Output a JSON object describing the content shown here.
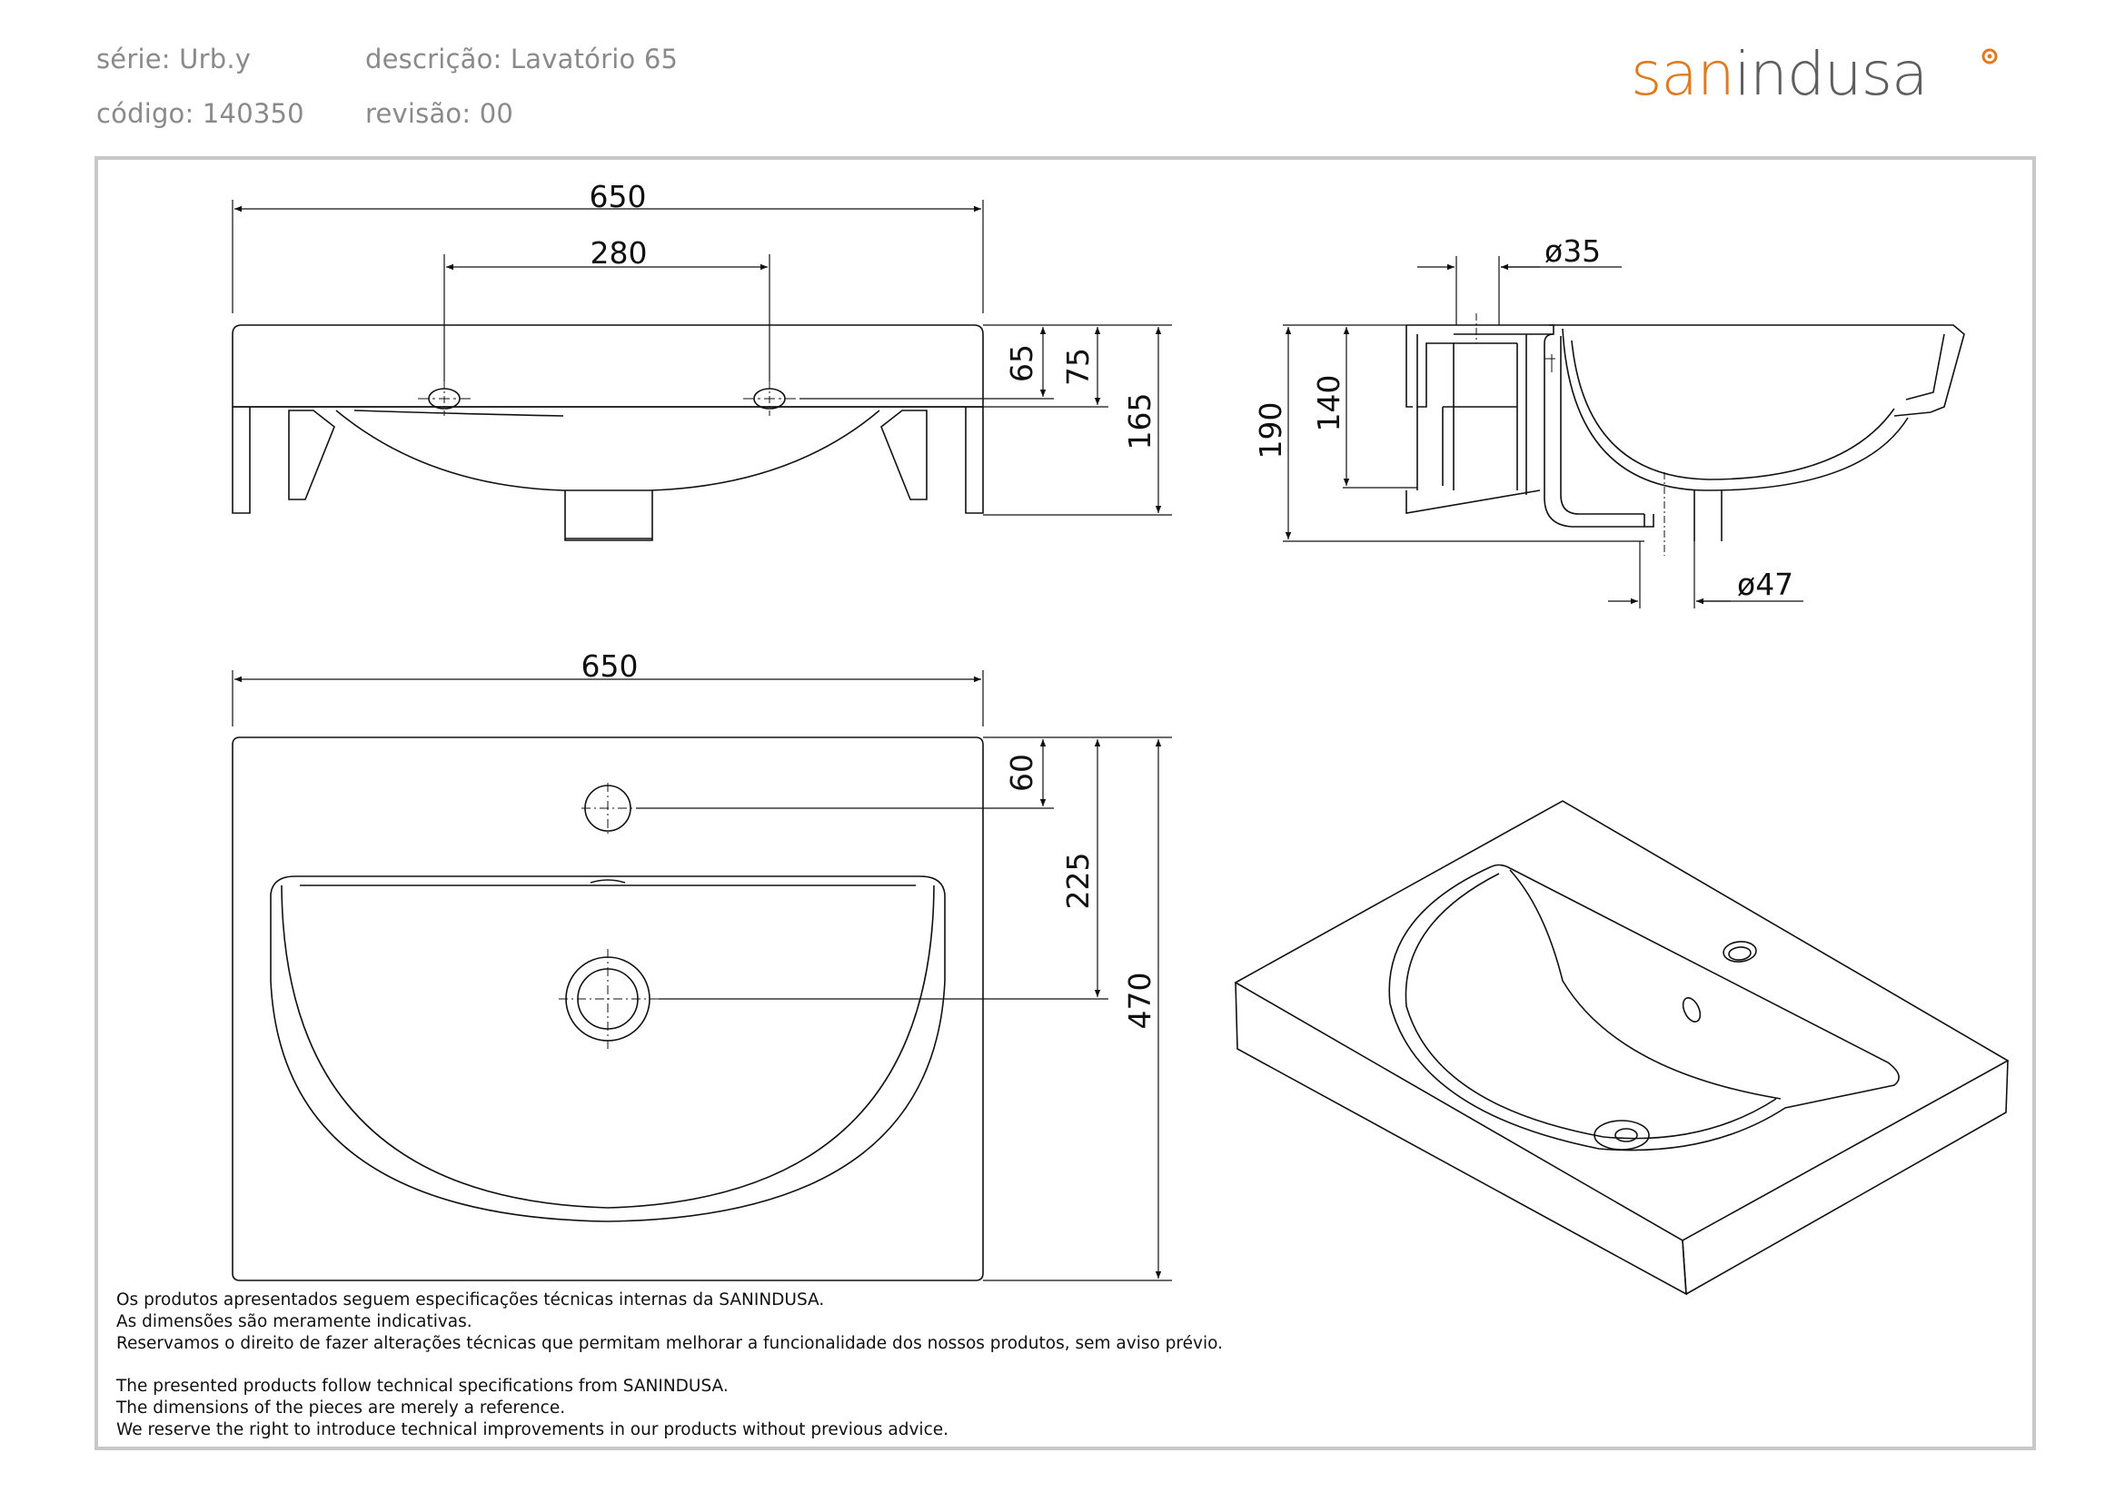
{
  "header": {
    "serie": "série: Urb.y",
    "descricao": "descrição: Lavatório 65",
    "codigo": "código: 140350",
    "revisao": "revisão: 00"
  },
  "logo": {
    "part1": "san",
    "part2": "indusa",
    "accent_color": "#e07a1f",
    "text_color": "#5e5e5e"
  },
  "dimensions": {
    "front_width": "650",
    "front_holes": "280",
    "front_h65": "65",
    "front_h75": "75",
    "front_h165": "165",
    "side_d35": "ø35",
    "side_h140": "140",
    "side_h190": "190",
    "side_d47": "ø47",
    "top_width": "650",
    "top_d60": "60",
    "top_d225": "225",
    "top_d470": "470"
  },
  "notes": {
    "pt": [
      "Os produtos apresentados seguem especificações técnicas internas da SANINDUSA.",
      "As dimensões são meramente indicativas.",
      "Reservamos o direito de fazer alterações técnicas que permitam melhorar a funcionalidade dos nossos produtos, sem aviso prévio."
    ],
    "en": [
      "The presented products follow technical specifications from SANINDUSA.",
      "The dimensions of the pieces are merely a reference.",
      "We reserve the right to introduce technical improvements in our products without previous advice."
    ]
  }
}
